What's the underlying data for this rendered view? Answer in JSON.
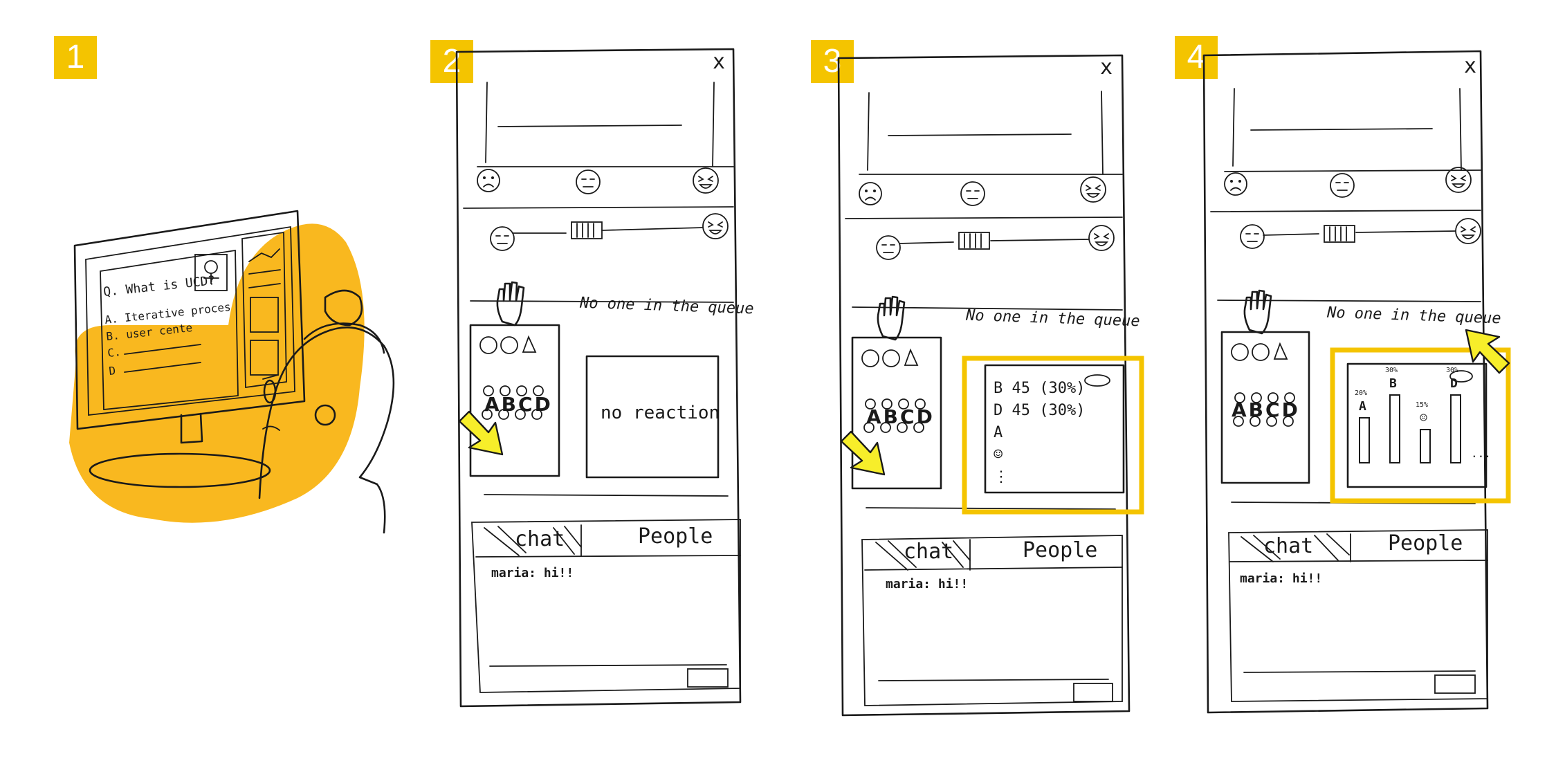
{
  "steps": [
    "1",
    "2",
    "3",
    "4"
  ],
  "scene1": {
    "question": "Q. What is UCD?",
    "option_a": "A. Iterative proces",
    "option_b": "B. user cente",
    "option_c": "C.",
    "option_d": "D"
  },
  "panel": {
    "close": "x",
    "queue_text": "No one in the queue",
    "reaction_letters": [
      "A",
      "B",
      "C",
      "D"
    ],
    "no_reaction": "no reaction",
    "chat_tab": "chat",
    "people_tab": "People",
    "chat_message": "maria: hi!!"
  },
  "results3": {
    "rows": [
      "B  45 (30%)",
      "D  45 (30%)",
      "A",
      "☺",
      "⋮"
    ]
  },
  "results4": {
    "bars": [
      {
        "label": "A",
        "pct": "20%",
        "value": 20
      },
      {
        "label": "B",
        "pct": "30%",
        "value": 30
      },
      {
        "label": "☺",
        "pct": "15%",
        "value": 15
      },
      {
        "label": "D",
        "pct": "30%",
        "value": 30
      }
    ],
    "more": "..."
  },
  "colors": {
    "accent": "#f4c400",
    "ink": "#1a1a1a",
    "bg": "#ffffff"
  }
}
